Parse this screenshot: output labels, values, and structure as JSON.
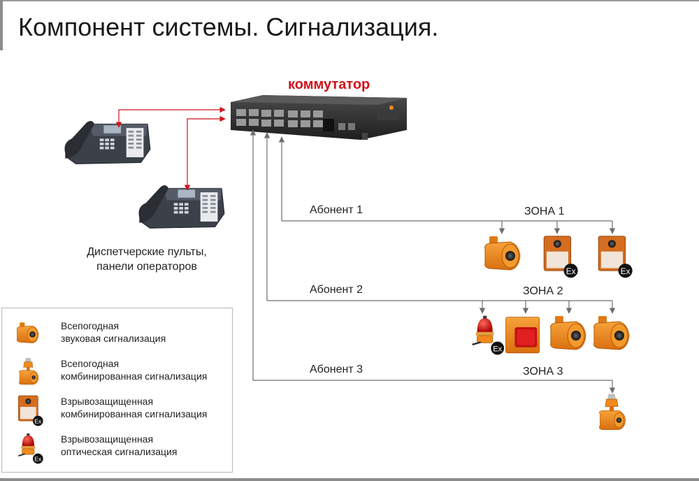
{
  "header": {
    "title": "Компонент системы. Сигнализация."
  },
  "switch": {
    "label": "коммутатор"
  },
  "dispatch": {
    "line1": "Диспетчерские пульты,",
    "line2": "панели операторов"
  },
  "subscribers": [
    {
      "label": "Абонент 1",
      "zone": "ЗОНА 1"
    },
    {
      "label": "Абонент 2",
      "zone": "ЗОНА 2"
    },
    {
      "label": "Абонент 3",
      "zone": "ЗОНА 3"
    }
  ],
  "legend": [
    {
      "icon": "sound-siren-icon",
      "line1": "Всепогодная",
      "line2": "звуковая сигнализация"
    },
    {
      "icon": "combined-signal-icon",
      "line1": "Всепогодная",
      "line2": "комбинированная сигнализация"
    },
    {
      "icon": "ex-combined-box-icon",
      "line1": "Взрывозащищенная",
      "line2": "комбинированная сигнализация"
    },
    {
      "icon": "ex-beacon-icon",
      "line1": "Взрывозащищенная",
      "line2": "оптическая сигнализация"
    }
  ],
  "ex_mark": "Ex",
  "colors": {
    "accent_red": "#d0121b",
    "line_gray": "#6e6e6e",
    "device_orange": "#f08a1c",
    "switch_body": "#2b2b2b"
  }
}
